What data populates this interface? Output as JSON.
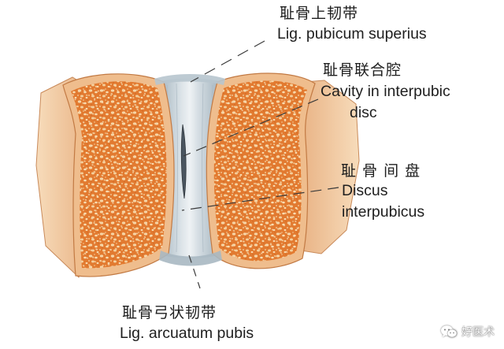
{
  "labels": {
    "superior_ligament": {
      "zh": "耻骨上韧带",
      "en": "Lig. pubicum superius"
    },
    "cavity": {
      "zh": "耻骨联合腔",
      "en_line1": "Cavity in interpubic",
      "en_line2": "disc"
    },
    "disc": {
      "zh": "耻 骨 间 盘",
      "en_line1": "Discus",
      "en_line2": "interpubicus"
    },
    "arcuate_ligament": {
      "zh": "耻骨弓状韧带",
      "en": "Lig. arcuatum pubis"
    }
  },
  "watermark": {
    "text": "好医术",
    "icon": "wechat-icon"
  },
  "colors": {
    "bone_cortex": "#efbd8d",
    "bone_spongy": "#e0782e",
    "bone_pore": "#f7d7a8",
    "cartilage_disc": "#c6d1d8",
    "leader_line": "#3a3a3a"
  }
}
